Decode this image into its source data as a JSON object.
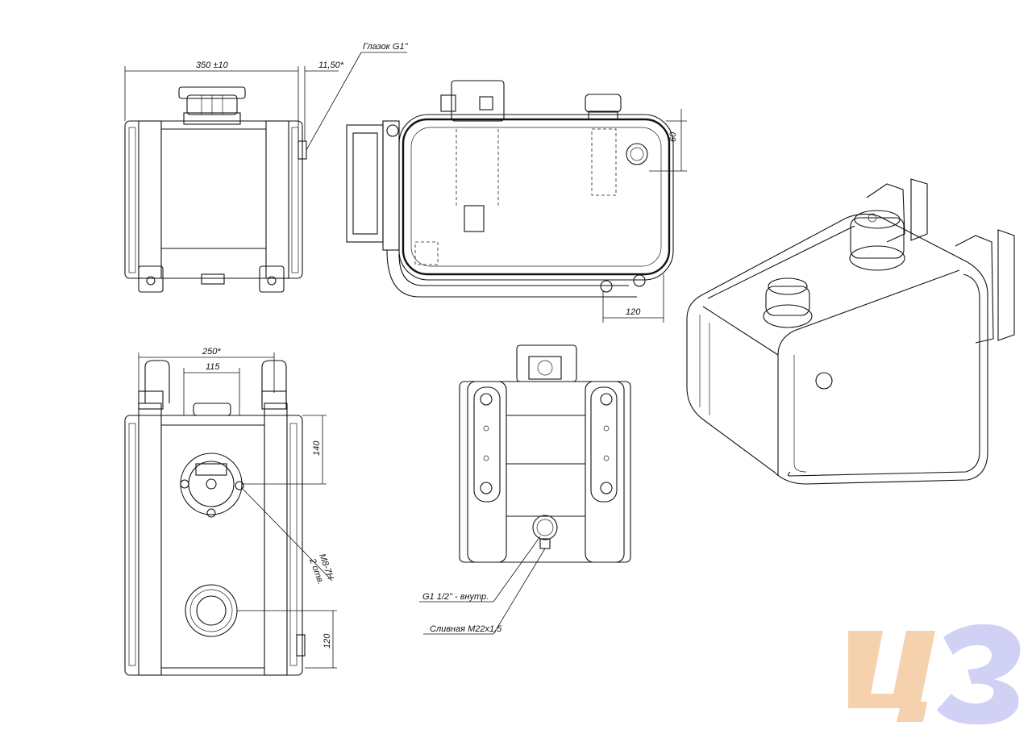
{
  "labels": {
    "sight_glass": "Глазок G1\"",
    "width_350": "350 ±10",
    "dim_11_50": "11,50*",
    "dim_60": "60",
    "dim_120_side": "120",
    "dim_250": "250*",
    "dim_115": "115",
    "dim_140": "140",
    "m8": "M8-7H",
    "m8_count": "2 отв.",
    "dim_120_top": "120",
    "g1": "G1 1/2\" - внутр.",
    "drain": "Сливная M22x1,5"
  },
  "watermark": {
    "text": "ЦЗ",
    "color_orange": "#f5c9a0",
    "color_blue": "#c9c9f5"
  },
  "colors": {
    "line": "#111111",
    "background": "#ffffff"
  }
}
